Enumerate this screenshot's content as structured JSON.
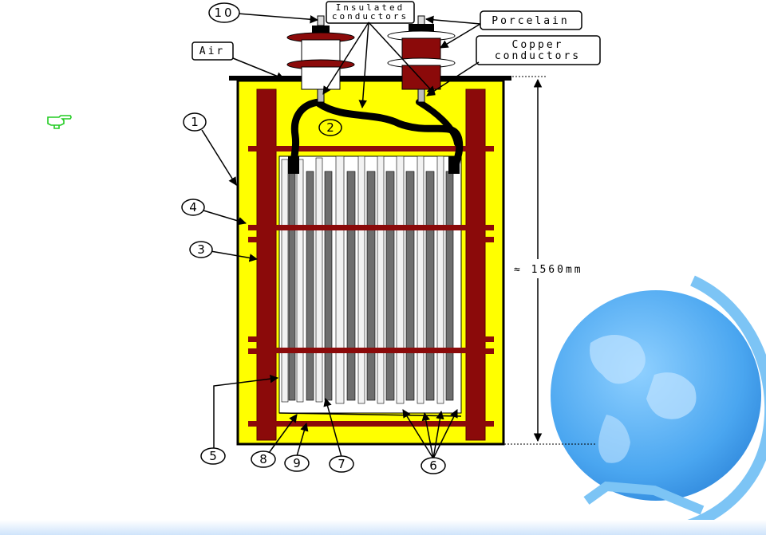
{
  "labels": {
    "insulated_line1": "Insulated",
    "insulated_line2": "conductors",
    "porcelain": "Porcelain",
    "copper_line1": "Copper",
    "copper_line2": "conductors",
    "air": "Air",
    "dimension": "≈ 1560mm"
  },
  "callouts": {
    "n1": "1",
    "n2": "2",
    "n3": "3",
    "n4": "4",
    "n5": "5",
    "n6": "6",
    "n7": "7",
    "n8": "8",
    "n9": "9",
    "n10": "10"
  },
  "icons": {
    "pointer": "pointing-hand-icon",
    "globe": "globe-icon"
  },
  "colors": {
    "tank_fill": "#ffff00",
    "frame_red": "#8b0a0a",
    "plate_gray": "#6e6e6e",
    "plate_white": "#f2f2f2",
    "pointer_green": "#22cc22",
    "globe_blue": "#4aa6f0"
  }
}
